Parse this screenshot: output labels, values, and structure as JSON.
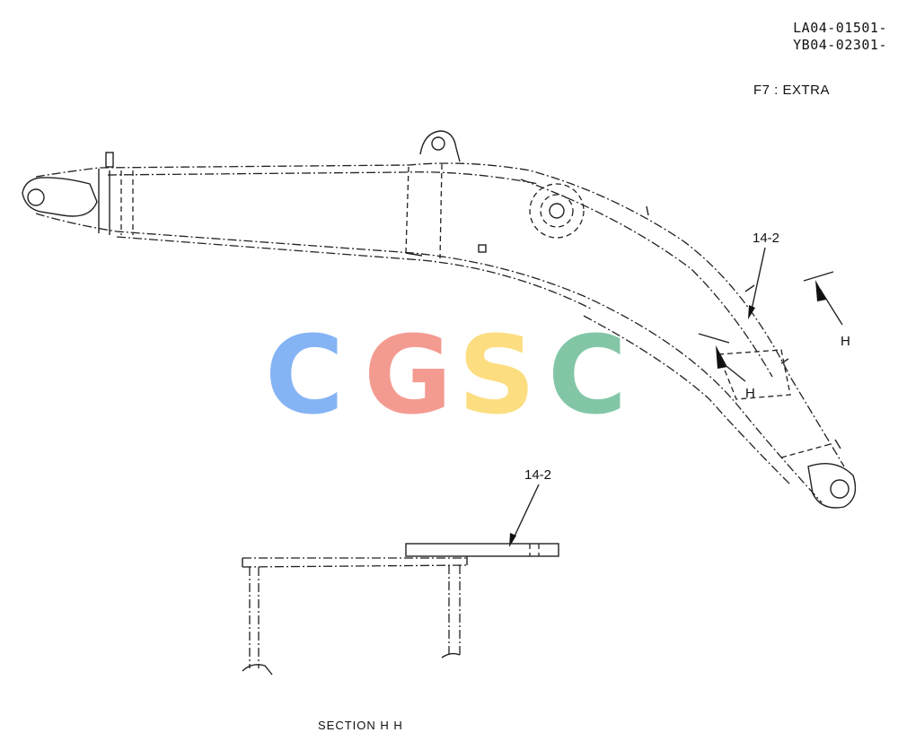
{
  "header": {
    "serial_line1": "LA04-01501-",
    "serial_line2": "YB04-02301-",
    "model": "F7 : EXTRA"
  },
  "callouts": {
    "part_top": "14-2",
    "part_section": "14-2",
    "view_arrow": "H",
    "cut_label": "H"
  },
  "section": {
    "title": "SECTION  H H"
  },
  "watermark": {
    "letters": [
      "C",
      "G",
      "S",
      "C"
    ],
    "colors": [
      "#7fb0f5",
      "#f4968c",
      "#fcdc7a",
      "#7cc3a2"
    ]
  }
}
